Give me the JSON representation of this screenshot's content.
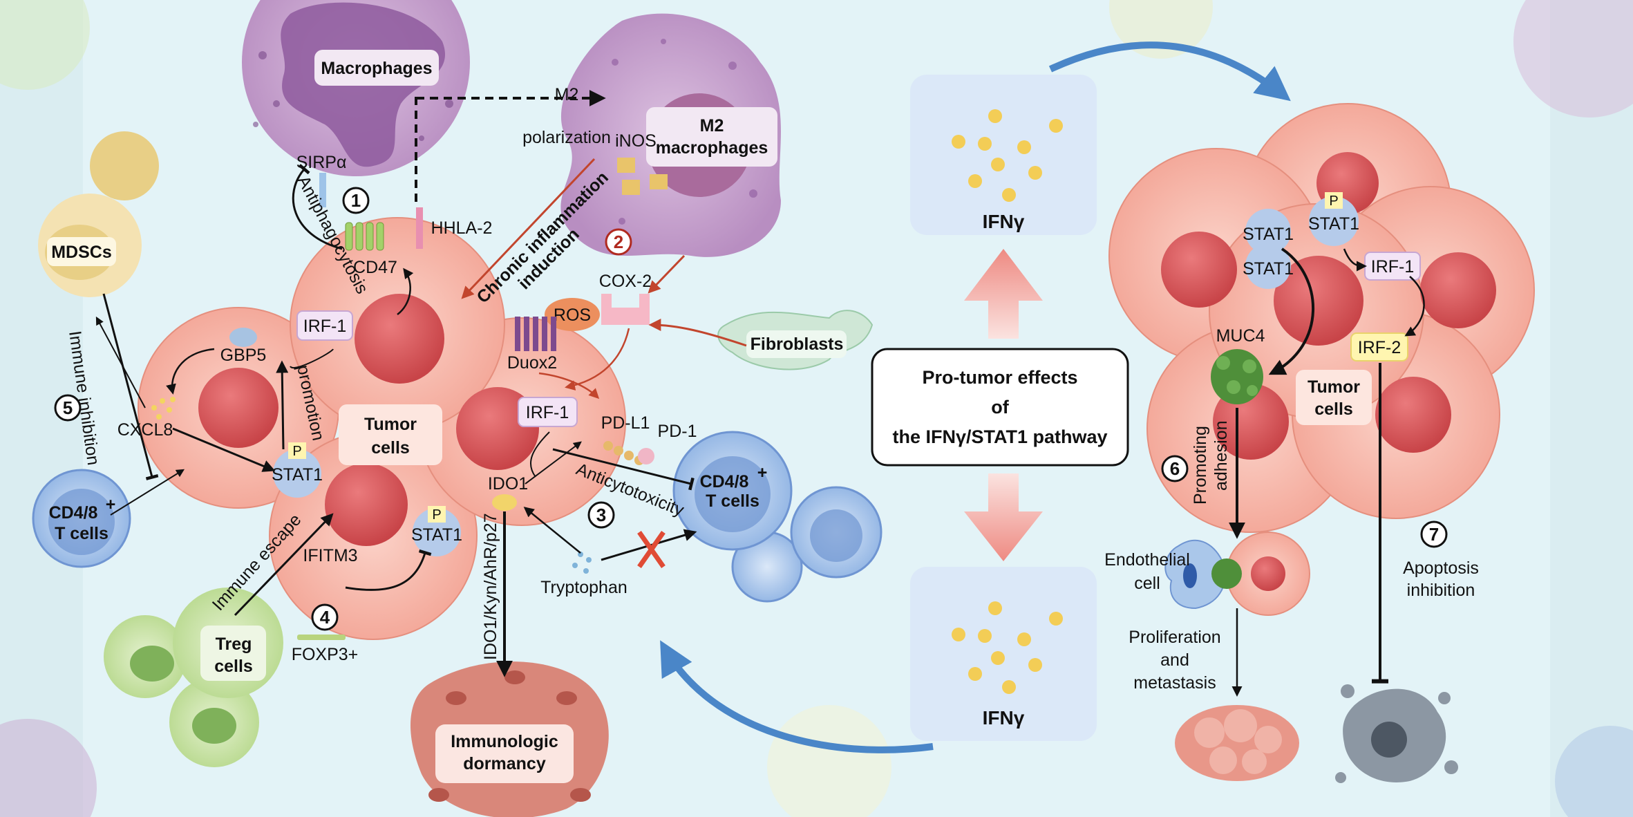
{
  "center_box": {
    "line1": "Pro-tumor effects",
    "line2": "of",
    "line3": "the IFNγ/STAT1 pathway"
  },
  "ifn_top": "IFNγ",
  "ifn_bottom": "IFNγ",
  "cells": {
    "macrophages": "Macrophages",
    "m2_line1": "M2",
    "m2_line2": "macrophages",
    "mdscs": "MDSCs",
    "tumor_left_1": "Tumor",
    "tumor_left_2": "cells",
    "tumor_right_1": "Tumor",
    "tumor_right_2": "cells",
    "fibroblasts": "Fibroblasts",
    "tcell_left_1": "CD4/8",
    "tcell_left_sup": "+",
    "tcell_left_2": "T cells",
    "tcell_right_1": "CD4/8",
    "tcell_right_sup": "+",
    "tcell_right_2": "T cells",
    "treg_1": "Treg",
    "treg_2": "cells",
    "dormancy_1": "Immunologic",
    "dormancy_2": "dormancy"
  },
  "molecules": {
    "sirpa": "SIRPα",
    "cd47": "CD47",
    "hhla2": "HHLA-2",
    "inos": "iNOS",
    "cox2": "COX-2",
    "ros": "ROS",
    "duox2": "Duox2",
    "irf1_a": "IRF-1",
    "irf1_b": "IRF-1",
    "irf1_c": "IRF-1",
    "irf2": "IRF-2",
    "gbp5": "GBP5",
    "cxcl8": "CXCL8",
    "stat1_a": "STAT1",
    "stat1_b": "STAT1",
    "stat1_c": "STAT1",
    "stat1_d": "STAT1",
    "stat1_e": "STAT1",
    "p_a": "P",
    "p_b": "P",
    "p_c": "P",
    "ifitm3": "IFITM3",
    "ido1": "IDO1",
    "pdl1": "PD-L1",
    "pd1": "PD-1",
    "tryptophan": "Tryptophan",
    "foxp3": "FOXP3+",
    "muc4": "MUC4"
  },
  "processes": {
    "m2_pol_1": "M2",
    "m2_pol_2": "polarization",
    "antiphago": "Antiphagocytosis",
    "chronic_1": "Chronic inflammation",
    "chronic_2": "induction",
    "immune_inhib": "Immune inhibition",
    "promotion": "promotion",
    "anticyto": "Anticytotoxicity",
    "immune_escape": "Immune escape",
    "ido_path": "IDO1/Kyn/AhR/p27",
    "promo_adh_1": "Promoting",
    "promo_adh_2": "adhesion",
    "endo_1": "Endothelial",
    "endo_2": "cell",
    "prolif_1": "Proliferation",
    "prolif_2": "and",
    "prolif_3": "metastasis",
    "apop_1": "Apoptosis",
    "apop_2": "inhibition"
  },
  "numbers": {
    "n1": "1",
    "n2": "2",
    "n3": "3",
    "n4": "4",
    "n5": "5",
    "n6": "6",
    "n7": "7"
  },
  "colors": {
    "background": "#e3f3f7",
    "tumor": "#f6b5a8",
    "nucleus": "#d9555a",
    "macrophage": "#cfaed4",
    "tcell": "#6f95d2",
    "treg": "#bfdc9a",
    "arrow_red": "#c2452d",
    "arrow_blue": "#4a86c8"
  }
}
